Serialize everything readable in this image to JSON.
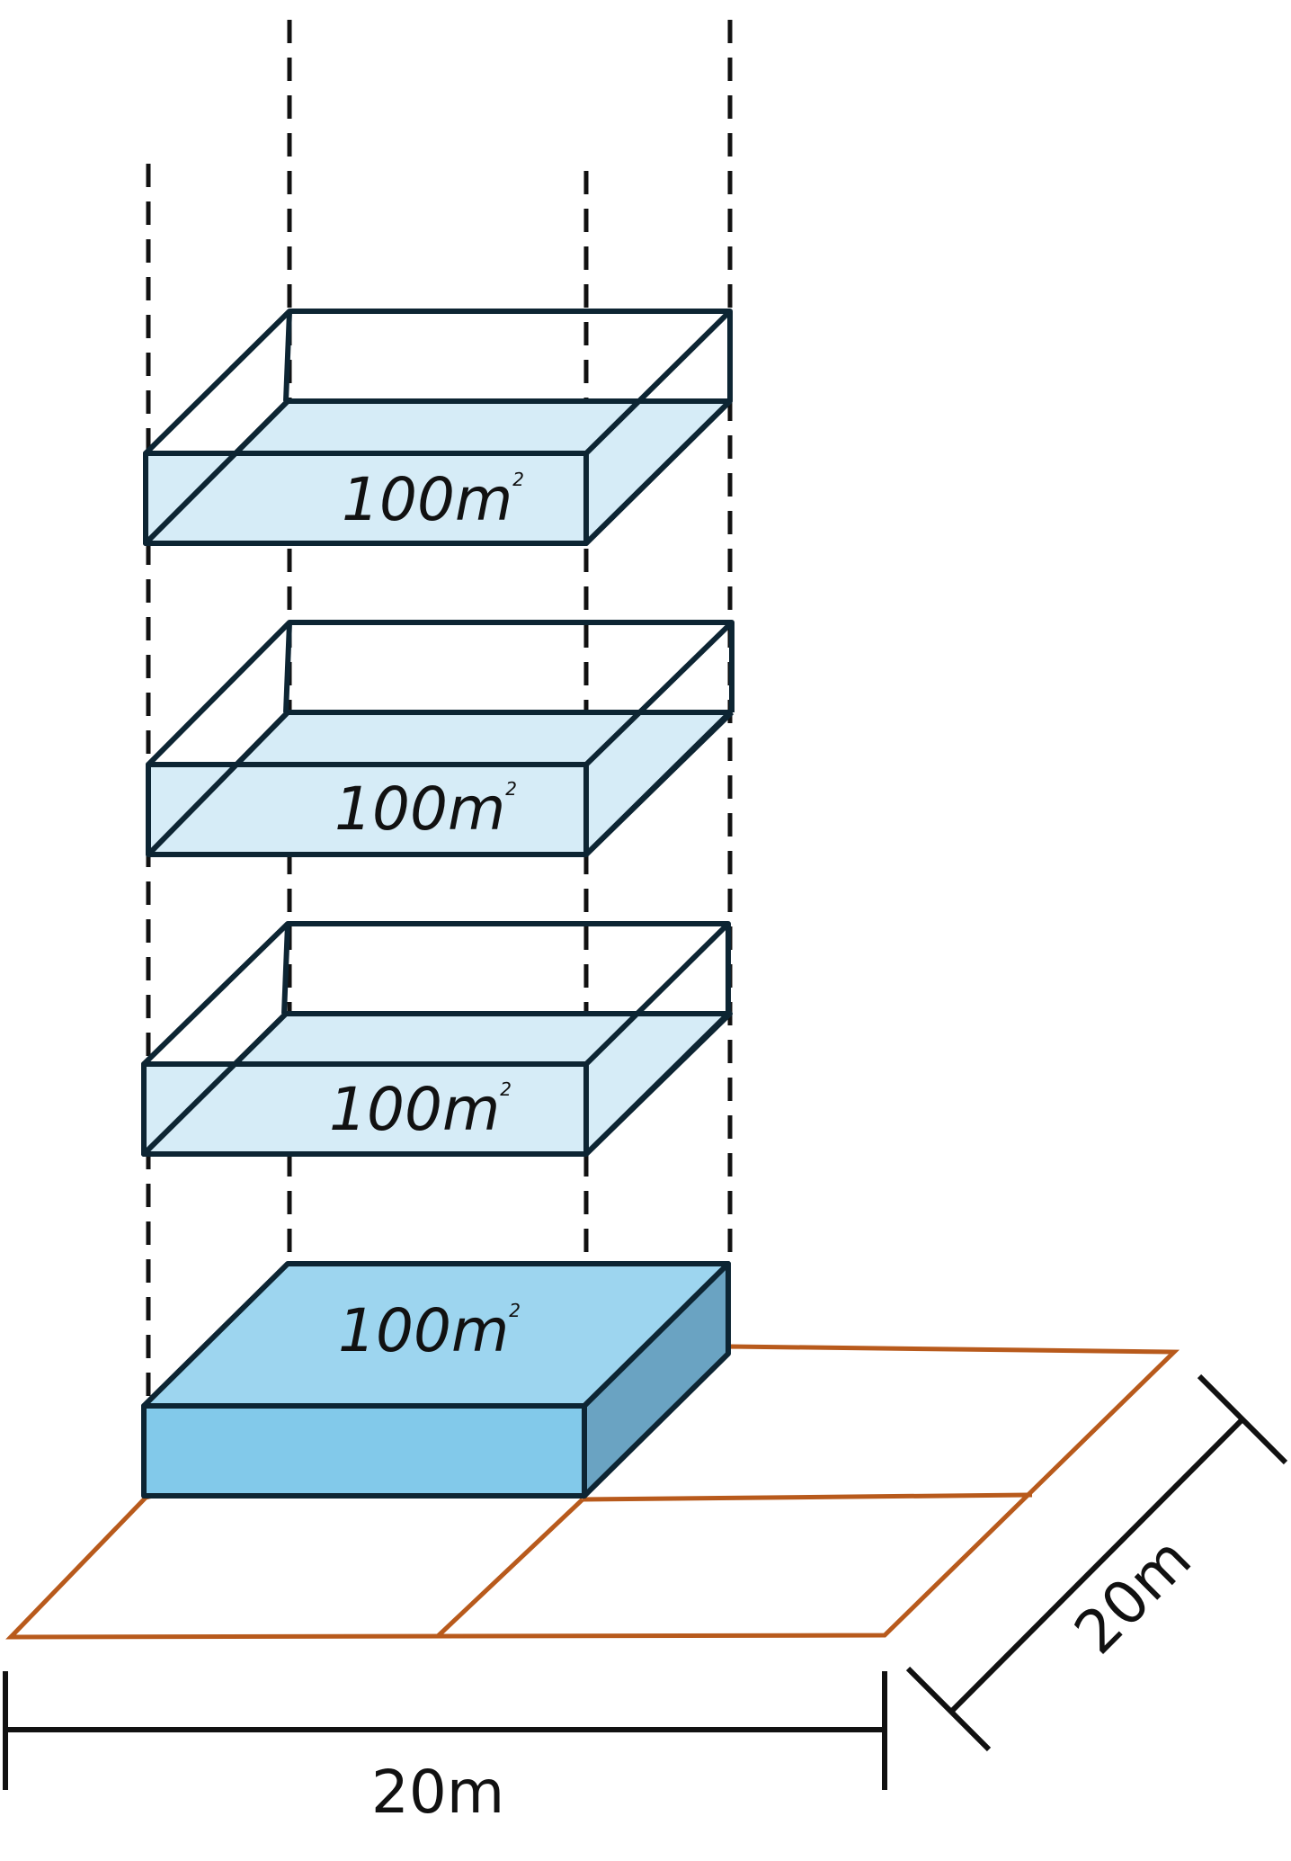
{
  "floors": [
    {
      "area": "100m",
      "area_unit_sup": "2"
    },
    {
      "area": "100m",
      "area_unit_sup": "2"
    },
    {
      "area": "100m",
      "area_unit_sup": "2"
    },
    {
      "area": "100m",
      "area_unit_sup": "2"
    }
  ],
  "dimensions": {
    "width": "20m",
    "depth": "20m"
  },
  "colors": {
    "outline": "#0d2533",
    "floor_fill_light": "#d6ecf7",
    "ground_top": "#9dd5ef",
    "ground_front": "#82c9ea",
    "ground_side": "#6aa3c2",
    "lot_line": "#b85a1c",
    "dim_line": "#111111"
  }
}
